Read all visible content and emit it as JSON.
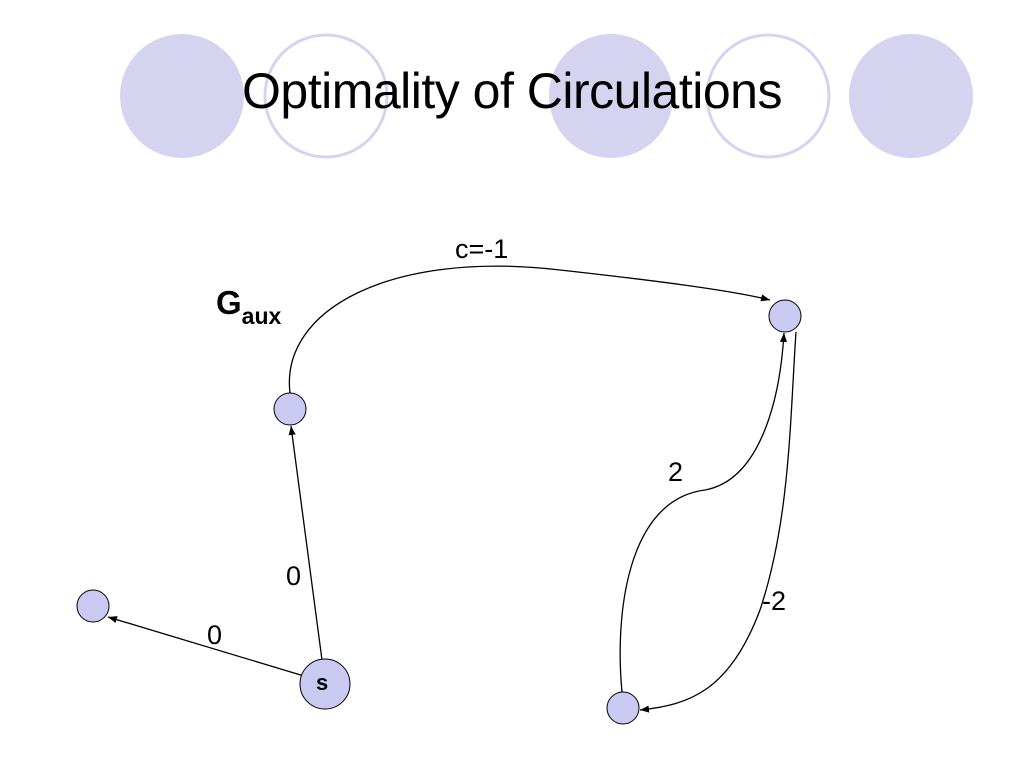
{
  "slide": {
    "title": "Optimality of Circulations",
    "graph_label": {
      "main": "G",
      "subscript": "aux"
    }
  },
  "colors": {
    "node_fill": "#c9c9f2",
    "node_stroke": "#000000",
    "deco_filled": "#d4d4f0",
    "deco_outline": "#d4d4f0",
    "edge": "#000000"
  },
  "nodes": [
    {
      "id": "s",
      "label": "s"
    },
    {
      "id": "left",
      "label": ""
    },
    {
      "id": "mid",
      "label": ""
    },
    {
      "id": "top-right",
      "label": ""
    },
    {
      "id": "bottom-right",
      "label": ""
    }
  ],
  "edges": [
    {
      "from": "s",
      "to": "left",
      "cost": "0"
    },
    {
      "from": "s",
      "to": "mid",
      "cost": "0"
    },
    {
      "from": "mid",
      "to": "top-right",
      "cost": "c=-1"
    },
    {
      "from": "bottom-right",
      "to": "top-right",
      "cost": "2"
    },
    {
      "from": "top-right",
      "to": "bottom-right",
      "cost": "-2"
    }
  ]
}
